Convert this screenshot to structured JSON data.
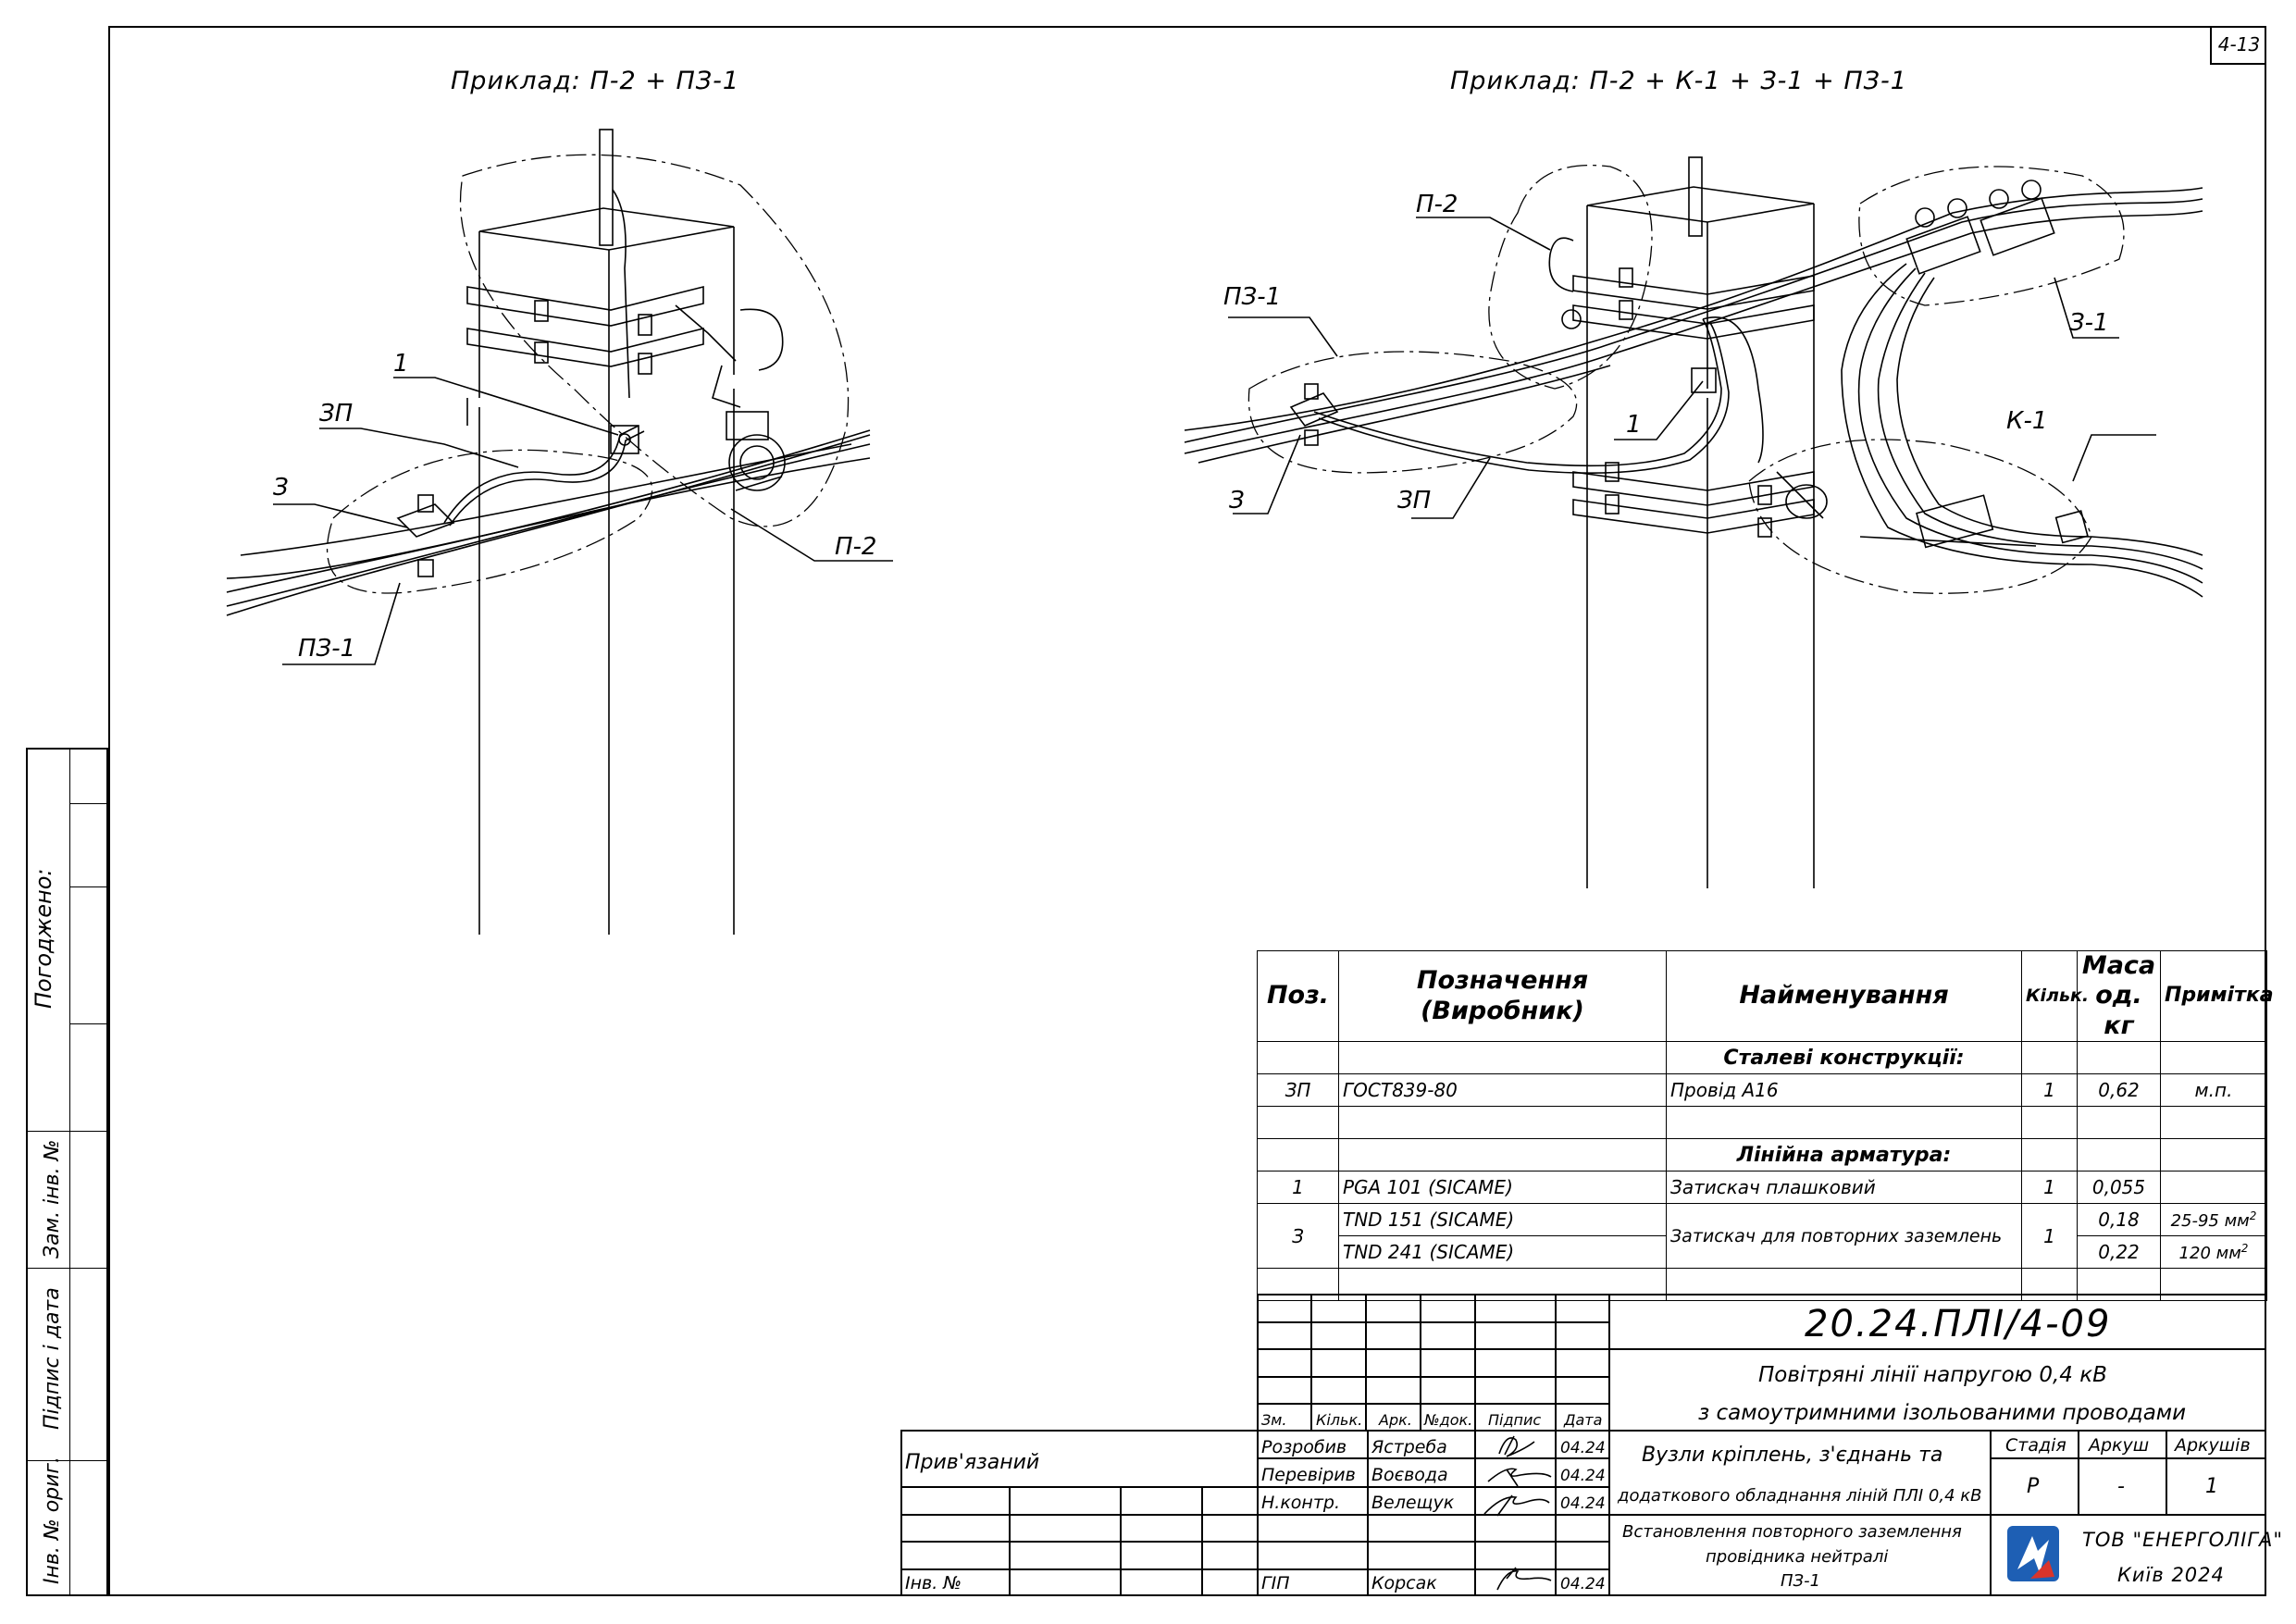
{
  "sheet_number": "4-13",
  "examples": {
    "left": "Приклад: П-2 + ПЗ-1",
    "right": "Приклад: П-2 + К-1 + З-1 + ПЗ-1"
  },
  "callouts": {
    "left": {
      "item1": "1",
      "zp": "ЗП",
      "item3": "З",
      "p2": "П-2",
      "pz1": "ПЗ-1"
    },
    "right": {
      "p2": "П-2",
      "pz1": "ПЗ-1",
      "z1": "З-1",
      "item1": "1",
      "k1": "К-1",
      "item3": "З",
      "zp": "ЗП"
    }
  },
  "side_stamp": {
    "agreed": "Погоджено:",
    "replaced_inv": "Зам. інв. №",
    "signature_date": "Підпис і дата",
    "orig_inv": "Інв. № ориг."
  },
  "spec_table": {
    "headers": {
      "pos": "Поз.",
      "designation": "Позначення (Виробник)",
      "name": "Найменування",
      "qty": "Кільк.",
      "mass": "Маса од. кг",
      "note": "Примітка"
    },
    "section_steel": "Сталеві конструкції:",
    "row_zp": {
      "pos": "ЗП",
      "designation": "ГОСТ839-80",
      "name": "Провід А16",
      "qty": "1",
      "mass": "0,62",
      "note": "м.п."
    },
    "section_fittings": "Лінійна арматура:",
    "row_1": {
      "pos": "1",
      "designation": "PGA 101 (SICAME)",
      "name": "Затискач плашковий",
      "qty": "1",
      "mass": "0,055",
      "note": ""
    },
    "row_3": {
      "pos": "З",
      "designation_a": "TND 151 (SICAME)",
      "designation_b": "TND 241 (SICAME)",
      "name": "Затискач для повторних заземлень",
      "qty": "1",
      "mass_a": "0,18",
      "mass_b": "0,22",
      "note_a": "25-95 мм",
      "note_b": "120 мм",
      "sup": "2"
    }
  },
  "title_block": {
    "code": "20.24.ПЛІ/4-09",
    "project_line1": "Повітряні лінії напругою 0,4 кВ",
    "project_line2": "з самоутримними ізольованими проводами",
    "title_line1": "Вузли кріплень, з'єднань та",
    "title_line2": "додаткового обладнання ліній ПЛІ 0,4 кВ",
    "drawing_line1": "Встановлення повторного заземлення",
    "drawing_line2": "провідника нейтралі",
    "drawing_line3": "ПЗ-1",
    "cols": {
      "zm": "Зм.",
      "qty": "Кільк.",
      "ark": "Арк.",
      "doc": "№док.",
      "sign": "Підпис",
      "date": "Дата"
    },
    "roles": [
      {
        "role": "Розробив",
        "name": "Ястреба",
        "date": "04.24"
      },
      {
        "role": "Перевірив",
        "name": "Воєвода",
        "date": "04.24"
      },
      {
        "role": "Н.контр.",
        "name": "Велещук",
        "date": "04.24"
      },
      {
        "role": "ГІП",
        "name": "Корсак",
        "date": "04.24"
      }
    ],
    "stage_label": "Стадія",
    "sheet_label": "Аркуш",
    "sheets_label": "Аркушів",
    "stage": "Р",
    "sheet": "-",
    "sheets": "1",
    "bound": "Прив'язаний",
    "inv_no": "Інв. №",
    "company": "ТОВ \"ЕНЕРГОЛІГА\"",
    "city_year": "Київ 2024",
    "logo_color": "#1e5fb4",
    "logo_accent": "#d9342b"
  }
}
